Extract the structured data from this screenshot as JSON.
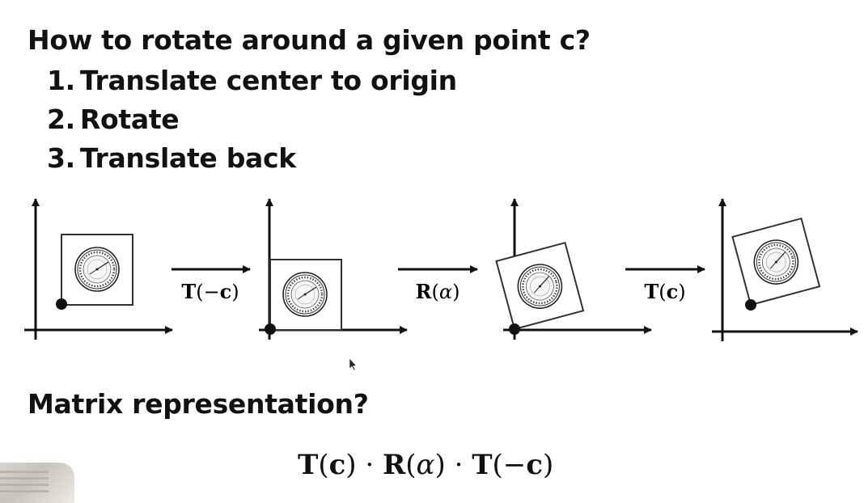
{
  "slide": {
    "title": "How to rotate around a given point c?",
    "steps": [
      {
        "num": "1.",
        "text": "Translate center to origin"
      },
      {
        "num": "2.",
        "text": "Rotate"
      },
      {
        "num": "3.",
        "text": "Translate back"
      }
    ],
    "subtitle": "Matrix representation?",
    "formula": {
      "t1": "T",
      "c1": "c",
      "dot1": "·",
      "r": "R",
      "alpha": "α",
      "dot2": "·",
      "t2": "T",
      "minus": "−",
      "c2": "c"
    }
  },
  "diagram": {
    "operations": [
      {
        "letter": "T",
        "arg_prefix": "−",
        "arg": "c"
      },
      {
        "letter": "R",
        "arg_prefix": "",
        "arg": "α"
      },
      {
        "letter": "T",
        "arg_prefix": "",
        "arg": "c"
      }
    ],
    "rotation_angle_deg": 15,
    "colors": {
      "ink": "#111111",
      "background": "#ffffff"
    }
  }
}
